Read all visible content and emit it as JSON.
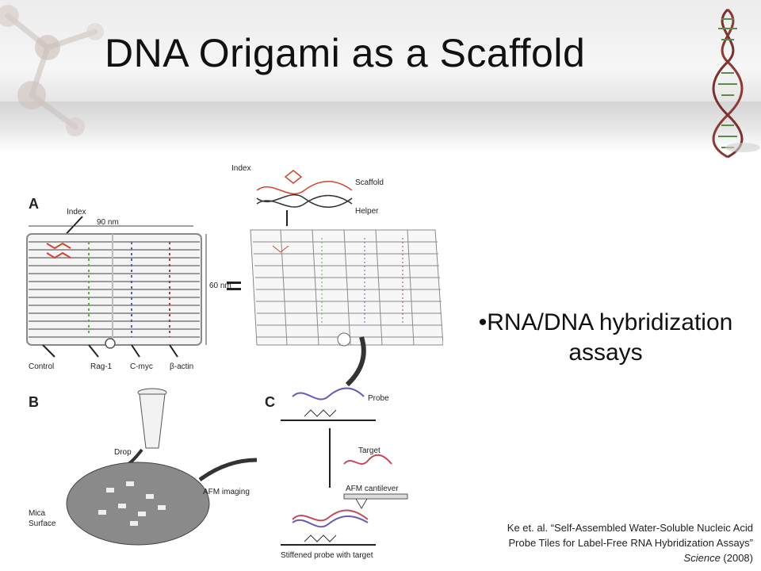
{
  "slide": {
    "title": "DNA Origami as a Scaffold",
    "bullet": "•RNA/DNA hybridization assays"
  },
  "figure": {
    "panel_a": {
      "letter": "A",
      "index_label": "Index",
      "width_label": "90 nm",
      "height_label": "60 nm",
      "probe_labels": [
        "Control",
        "Rag-1",
        "C-myc",
        "β-actin"
      ],
      "detail_labels": {
        "index": "Index",
        "scaffold": "Scaffold",
        "helper": "Helper"
      }
    },
    "panel_b": {
      "letter": "B",
      "drop_label": "Drop",
      "mica_label_line1": "Mica",
      "mica_label_line2": "Surface",
      "afm_label": "AFM imaging"
    },
    "panel_c": {
      "letter": "C",
      "probe_label": "Probe",
      "target_label": "Target",
      "cantilever_label": "AFM cantilever",
      "stiffened_label": "Stiffened probe with target"
    }
  },
  "citation": {
    "line1": "Ke et. al. “Self-Assembled Water-Soluble Nucleic Acid",
    "line2": "Probe Tiles for Label-Free RNA Hybridization Assays”",
    "journal": "Science",
    "year": " (2008)"
  },
  "colors": {
    "index_red": "#d0452c",
    "rag1_green": "#5bb04a",
    "cmyc_blue": "#5661b8",
    "bactin_brown": "#9a4a4a",
    "probe_purple": "#6a58b8",
    "target_red": "#c44a5a"
  }
}
